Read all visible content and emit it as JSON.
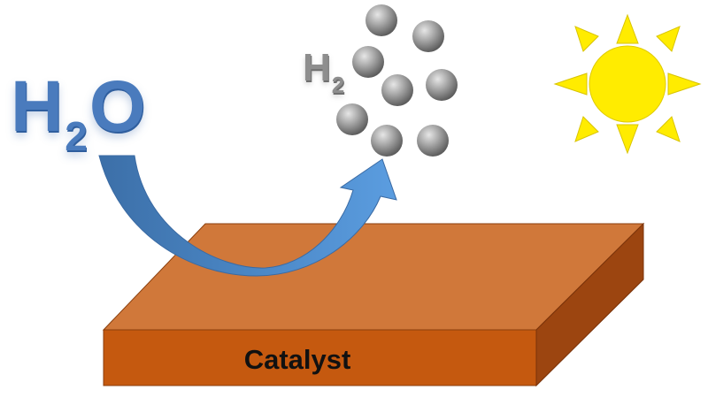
{
  "reactant": {
    "formula": "H",
    "subscript": "2",
    "tail": "O"
  },
  "product": {
    "formula": "H",
    "subscript": "2"
  },
  "catalyst": {
    "label": "Catalyst"
  },
  "colors": {
    "catalyst_top": "#d0783a",
    "catalyst_front": "#c5590f",
    "catalyst_side": "#9c4510",
    "arrow": "#4f8fd0",
    "sun": "#ffec00",
    "molecule": "#9a9a9a",
    "h2o_text": "#4a7bbd",
    "h2_text": "#8e8e8e"
  },
  "icons": {
    "sun": "sun-icon",
    "molecule": "hydrogen-molecule-icon",
    "arrow": "curved-arrow-icon"
  }
}
